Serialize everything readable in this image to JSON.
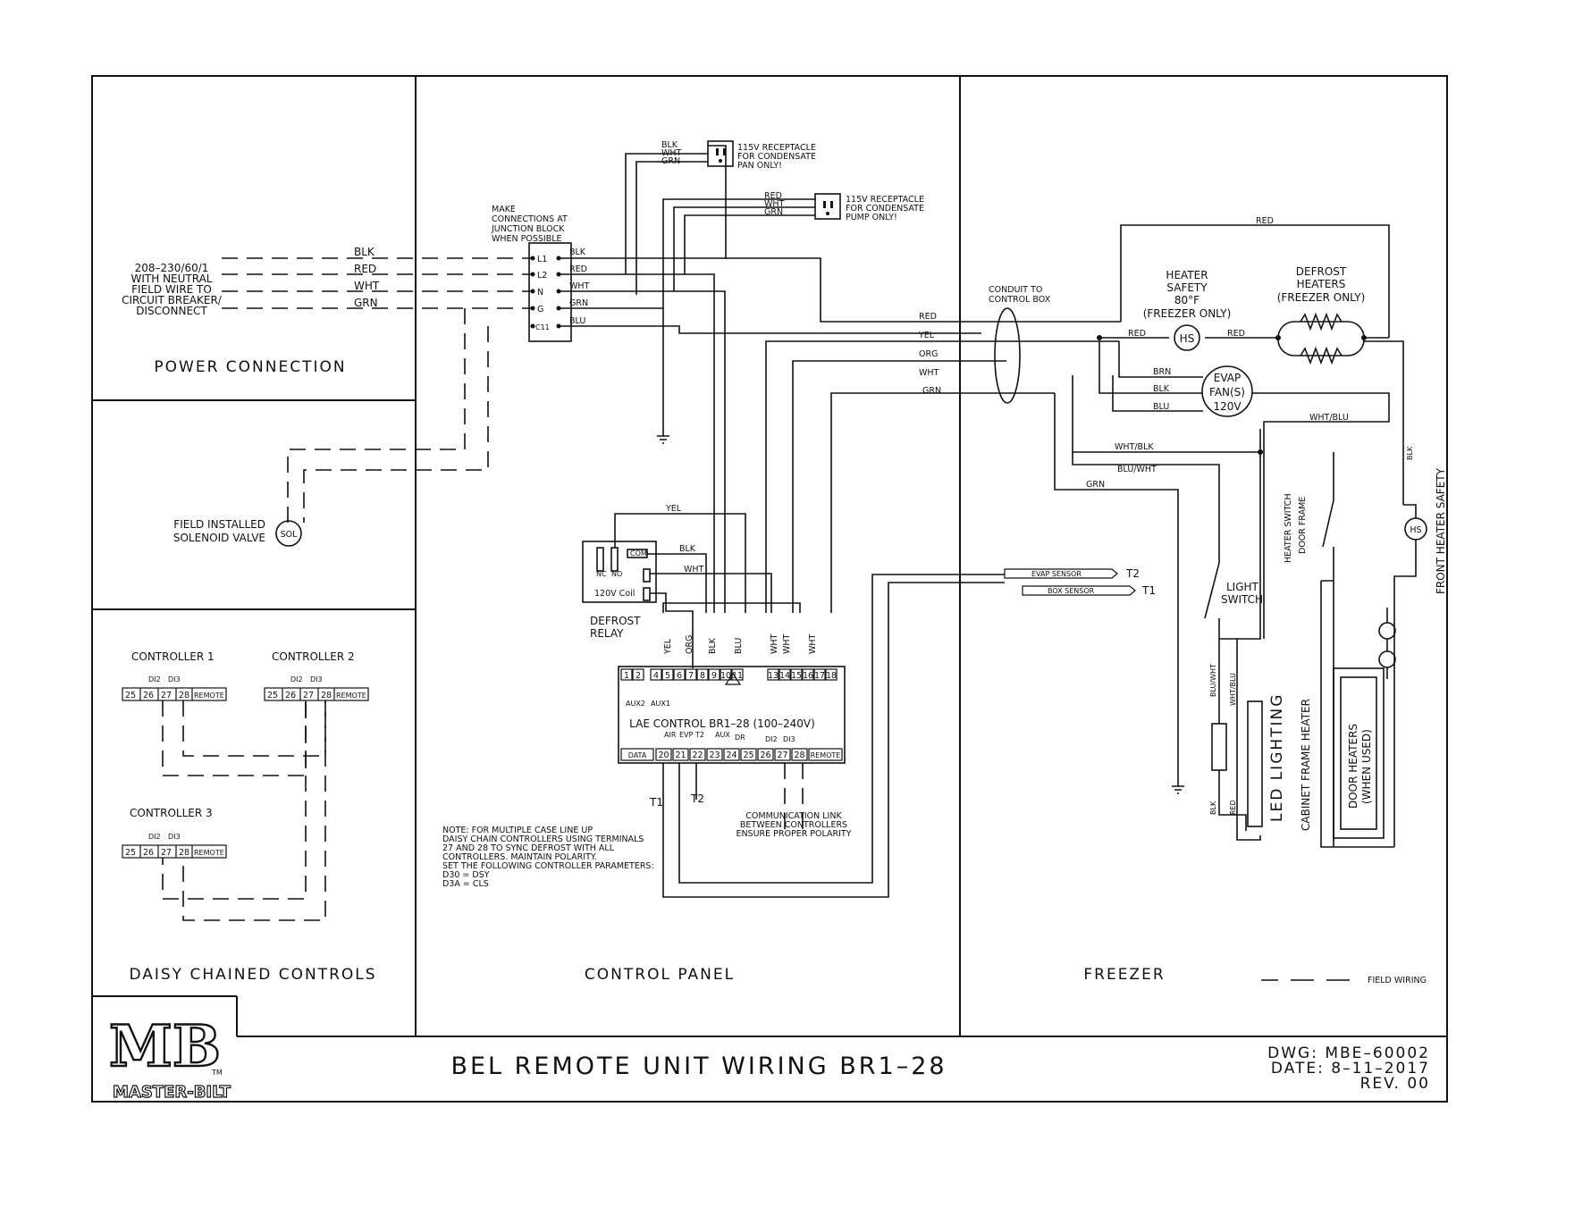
{
  "title": "BEL REMOTE UNIT WIRING BR1–28",
  "dwg": "DWG: MBE–60002",
  "date": "DATE: 8–11–2017",
  "rev": "REV. 00",
  "logo": {
    "letters": "MB",
    "tm": "TM",
    "name": "MASTER-BILT"
  },
  "sections": {
    "power": "POWER CONNECTION",
    "daisy": "DAISY CHAINED CONTROLS",
    "control": "CONTROL PANEL",
    "freezer": "FREEZER",
    "field_wiring": "FIELD WIRING"
  },
  "power": {
    "supply": [
      "208–230/60/1",
      "WITH NEUTRAL",
      "FIELD WIRE TO",
      "CIRCUIT BREAKER/",
      "DISCONNECT"
    ],
    "wires": [
      "BLK",
      "RED",
      "WHT",
      "GRN"
    ],
    "solenoid": [
      "FIELD INSTALLED",
      "SOLENOID VALVE"
    ],
    "sol": "SOL"
  },
  "junction": {
    "note": [
      "MAKE",
      "CONNECTIONS AT",
      "JUNCTION BLOCK",
      "WHEN POSSIBLE"
    ],
    "terminals": [
      "L1",
      "L2",
      "N",
      "G",
      "C11"
    ],
    "out": [
      "BLK",
      "RED",
      "WHT",
      "GRN",
      "BLU"
    ]
  },
  "receptacle1": {
    "wires": [
      "BLK",
      "WHT",
      "GRN"
    ],
    "label": [
      "115V RECEPTACLE",
      "FOR CONDENSATE",
      "PAN ONLY!"
    ]
  },
  "receptacle2": {
    "wires": [
      "RED",
      "WHT",
      "GRN"
    ],
    "label": [
      "115V RECEPTACLE",
      "FOR CONDENSATE",
      "PUMP ONLY!"
    ]
  },
  "conduit": [
    "CONDUIT TO",
    "CONTROL BOX"
  ],
  "bus": [
    "RED",
    "YEL",
    "ORG",
    "WHT",
    "GRN"
  ],
  "relay": {
    "label": [
      "DEFROST",
      "RELAY"
    ],
    "coil": "120V Coil",
    "nc": "NC",
    "no": "NO",
    "com": "COM",
    "yel": "YEL",
    "blk": "BLK",
    "wht": "WHT"
  },
  "controller": {
    "title": "LAE CONTROL BR1–28 (100–240V)",
    "top": [
      "1",
      "2",
      "4",
      "5",
      "6",
      "7",
      "8",
      "9",
      "10",
      "11",
      "13",
      "14",
      "15",
      "16",
      "17",
      "18"
    ],
    "bottom": [
      "DATA",
      "20",
      "21",
      "22",
      "23",
      "24",
      "25",
      "26",
      "27",
      "28",
      "REMOTE"
    ],
    "wires": [
      "YEL",
      "ORG",
      "BLK",
      "BLU",
      "WHT",
      "WHT",
      "WHT"
    ],
    "aux": [
      "AUX2",
      "AUX1"
    ],
    "sub": [
      "AIR",
      "EVP",
      "T2",
      "AUX",
      "DR",
      "DI2",
      "DI3"
    ],
    "t1": "T1",
    "t2": "T2",
    "comm": [
      "COMMUNICATION LINK",
      "BETWEEN CONTROLLERS",
      "ENSURE PROPER POLARITY"
    ]
  },
  "sensors": {
    "evap": "EVAP SENSOR",
    "box": "BOX SENSOR",
    "t2": "T2",
    "t1": "T1"
  },
  "note": [
    "NOTE: FOR MULTIPLE CASE LINE UP",
    "DAISY CHAIN CONTROLLERS USING TERMINALS",
    "27 AND 28 TO SYNC DEFROST WITH ALL",
    "CONTROLLERS.  MAINTAIN POLARITY.",
    "SET THE FOLLOWING CONTROLLER PARAMETERS:",
    "D30 = DSY",
    "D3A = CLS"
  ],
  "daisy": {
    "c1": "CONTROLLER 1",
    "c2": "CONTROLLER 2",
    "c3": "CONTROLLER 3",
    "terms": [
      "25",
      "26",
      "27",
      "28"
    ],
    "remote": "REMOTE",
    "di": [
      "DI2",
      "DI3"
    ]
  },
  "freezer": {
    "heater_safety": [
      "HEATER",
      "SAFETY",
      "80°F",
      "(FREEZER ONLY)"
    ],
    "hs": "HS",
    "defrost_heaters": [
      "DEFROST",
      "HEATERS",
      "(FREEZER ONLY)"
    ],
    "evap_fans": [
      "EVAP",
      "FAN(S)",
      "120V"
    ],
    "light_switch": [
      "LIGHT",
      "SWITCH"
    ],
    "led": "LED LIGHTING",
    "cabinet": "CABINET FRAME HEATER",
    "door_heaters": [
      "DOOR HEATERS",
      "(WHEN USED)"
    ],
    "door_switch": [
      "HEATER SWITCH",
      "DOOR FRAME"
    ],
    "front": "FRONT HEATER SAFETY",
    "wires": {
      "red": "RED",
      "brn": "BRN",
      "blk": "BLK",
      "blu": "BLU",
      "whtblu": "WHT/BLU",
      "whtblk": "WHT/BLK",
      "bluwht": "BLU/WHT",
      "grn": "GRN"
    }
  }
}
